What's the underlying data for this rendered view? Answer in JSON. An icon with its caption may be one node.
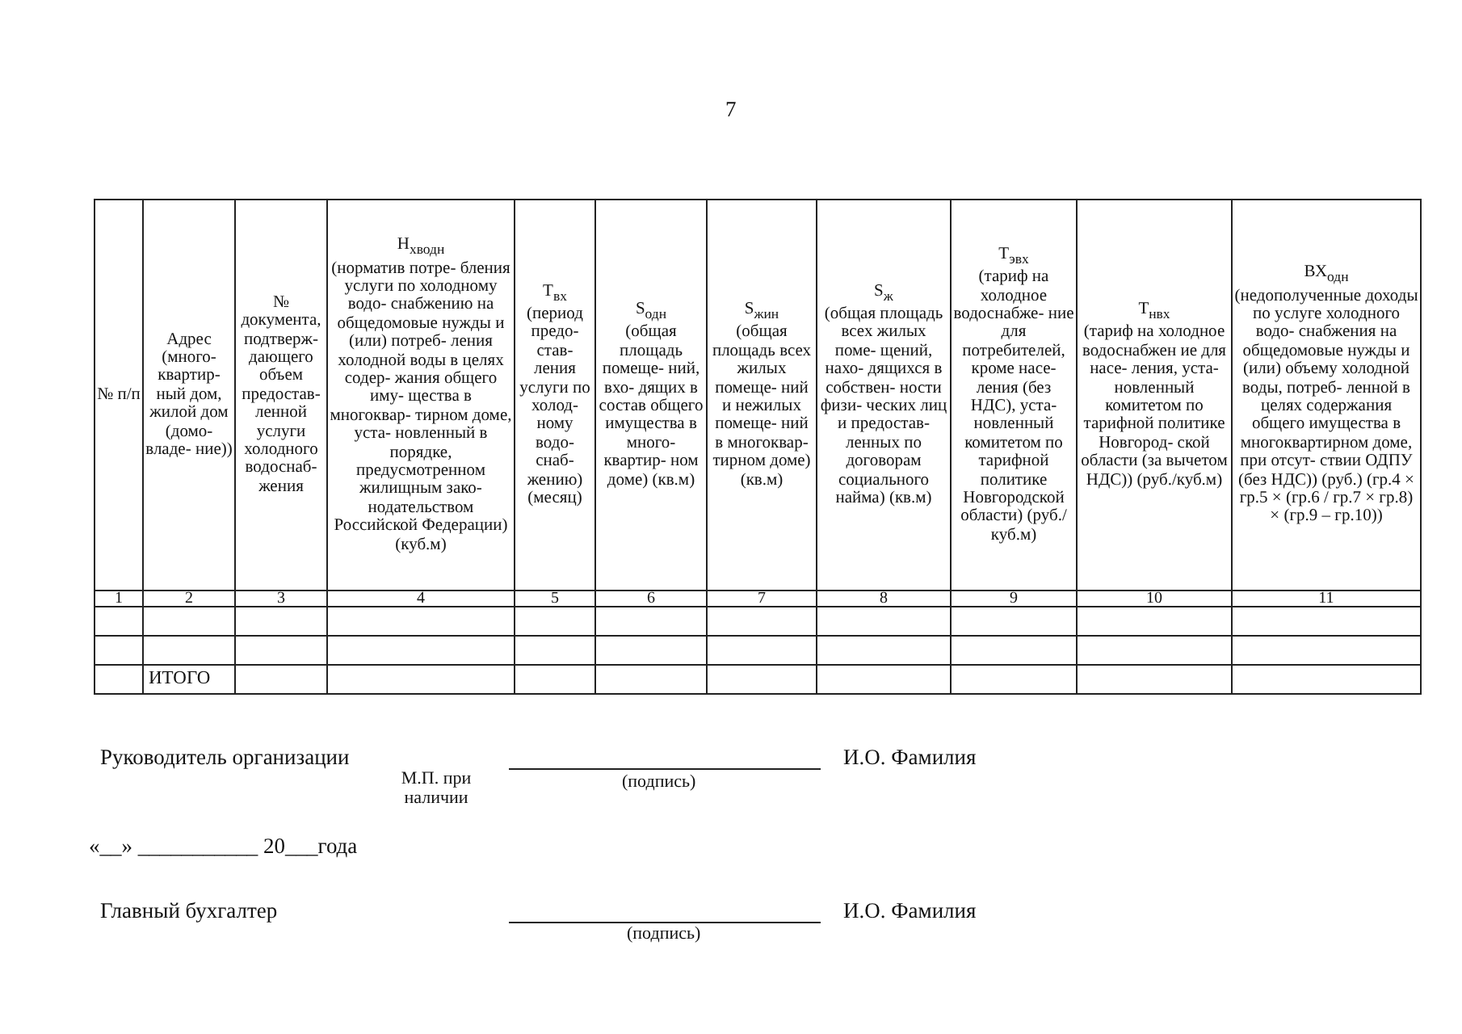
{
  "diagram": {
    "labels": [
      "7",
      "№ п/п",
      "Адрес (много- квартир- ный дом, жилой дом (домо- владе- ние))",
      "№ документа, подтверж- дающего объем предостав- ленной услуги холодного водоснаб- жения",
      "Н$_{хводн}$",
      "(норматив потре- бления услуги по холодному водо- снабжению на общедомовые нужды и (или) потреб- ления холодной воды в целях содер- жания общего иму- щества в многоквар- тирном доме, уста- новленный в порядке, предусмотренном жилищным зако- нодательством Российской Федерации)(куб.м)",
      "Т$_{вх}$",
      "(период предо- став- ления услуги по холод- ному водо- снаб- жению) (месяц)",
      "S$_{одн}$",
      "(общая площадь помеще- ний, вхо- дящих в состав общего имущества в много- квартир- ном доме) (кв.м)",
      "S$_{жин}$",
      "(общая площадь всех жилых помеще- ний и нежилых помеще- ний в многоквар- тирном доме) (кв.м)",
      "S$_{ж}$",
      "(общая площадь всех жилых поме- щений, нахо- дящихся в собствен- ности физи- ческих лиц и предостав- ленных по договорам социального найма) (кв.м)",
      "Т$_{эвх}$",
      "(тариф на холодное водоснабже- ние для потребителей, кроме насе- ления (без НДС), уста- новленный комитетом по тарифной политике Новгородской области) (руб./куб.м)",
      "Т$_{нвх}$",
      "(тариф на холодное водоснабжен ие для насе- ления, уста- новленный комитетом по тарифной политике Новгород- ской области (за вычетом НДС)) (руб./куб.м)",
      "ВХ$_{одн}$",
      "(недополученные доходы по услуге холодного водо- снабжения на общедомовые нужды и (или) объему холодной воды, потреб- ленной в целях содержания общего имущества в многоквартирном доме, при отсут- ствии ОДПУ (без НДС)) (руб.) (гр.4 × гр.5 × (гр.6 / гр.7 × гр.8) × (гр.9 – гр.10))",
      "1",
      "2",
      "3",
      "4",
      "5",
      "6",
      "7",
      "8",
      "9",
      "10",
      "11",
      "ИТОГО",
      "Руководитель организации",
      "М.П. при наличии",
      "(подпись)",
      "И.О. Фамилия",
      "«__» ___________ 20___года",
      "Главный бухгалтер",
      "(подпись)",
      "И.О. Фамилия"
    ]
  }
}
